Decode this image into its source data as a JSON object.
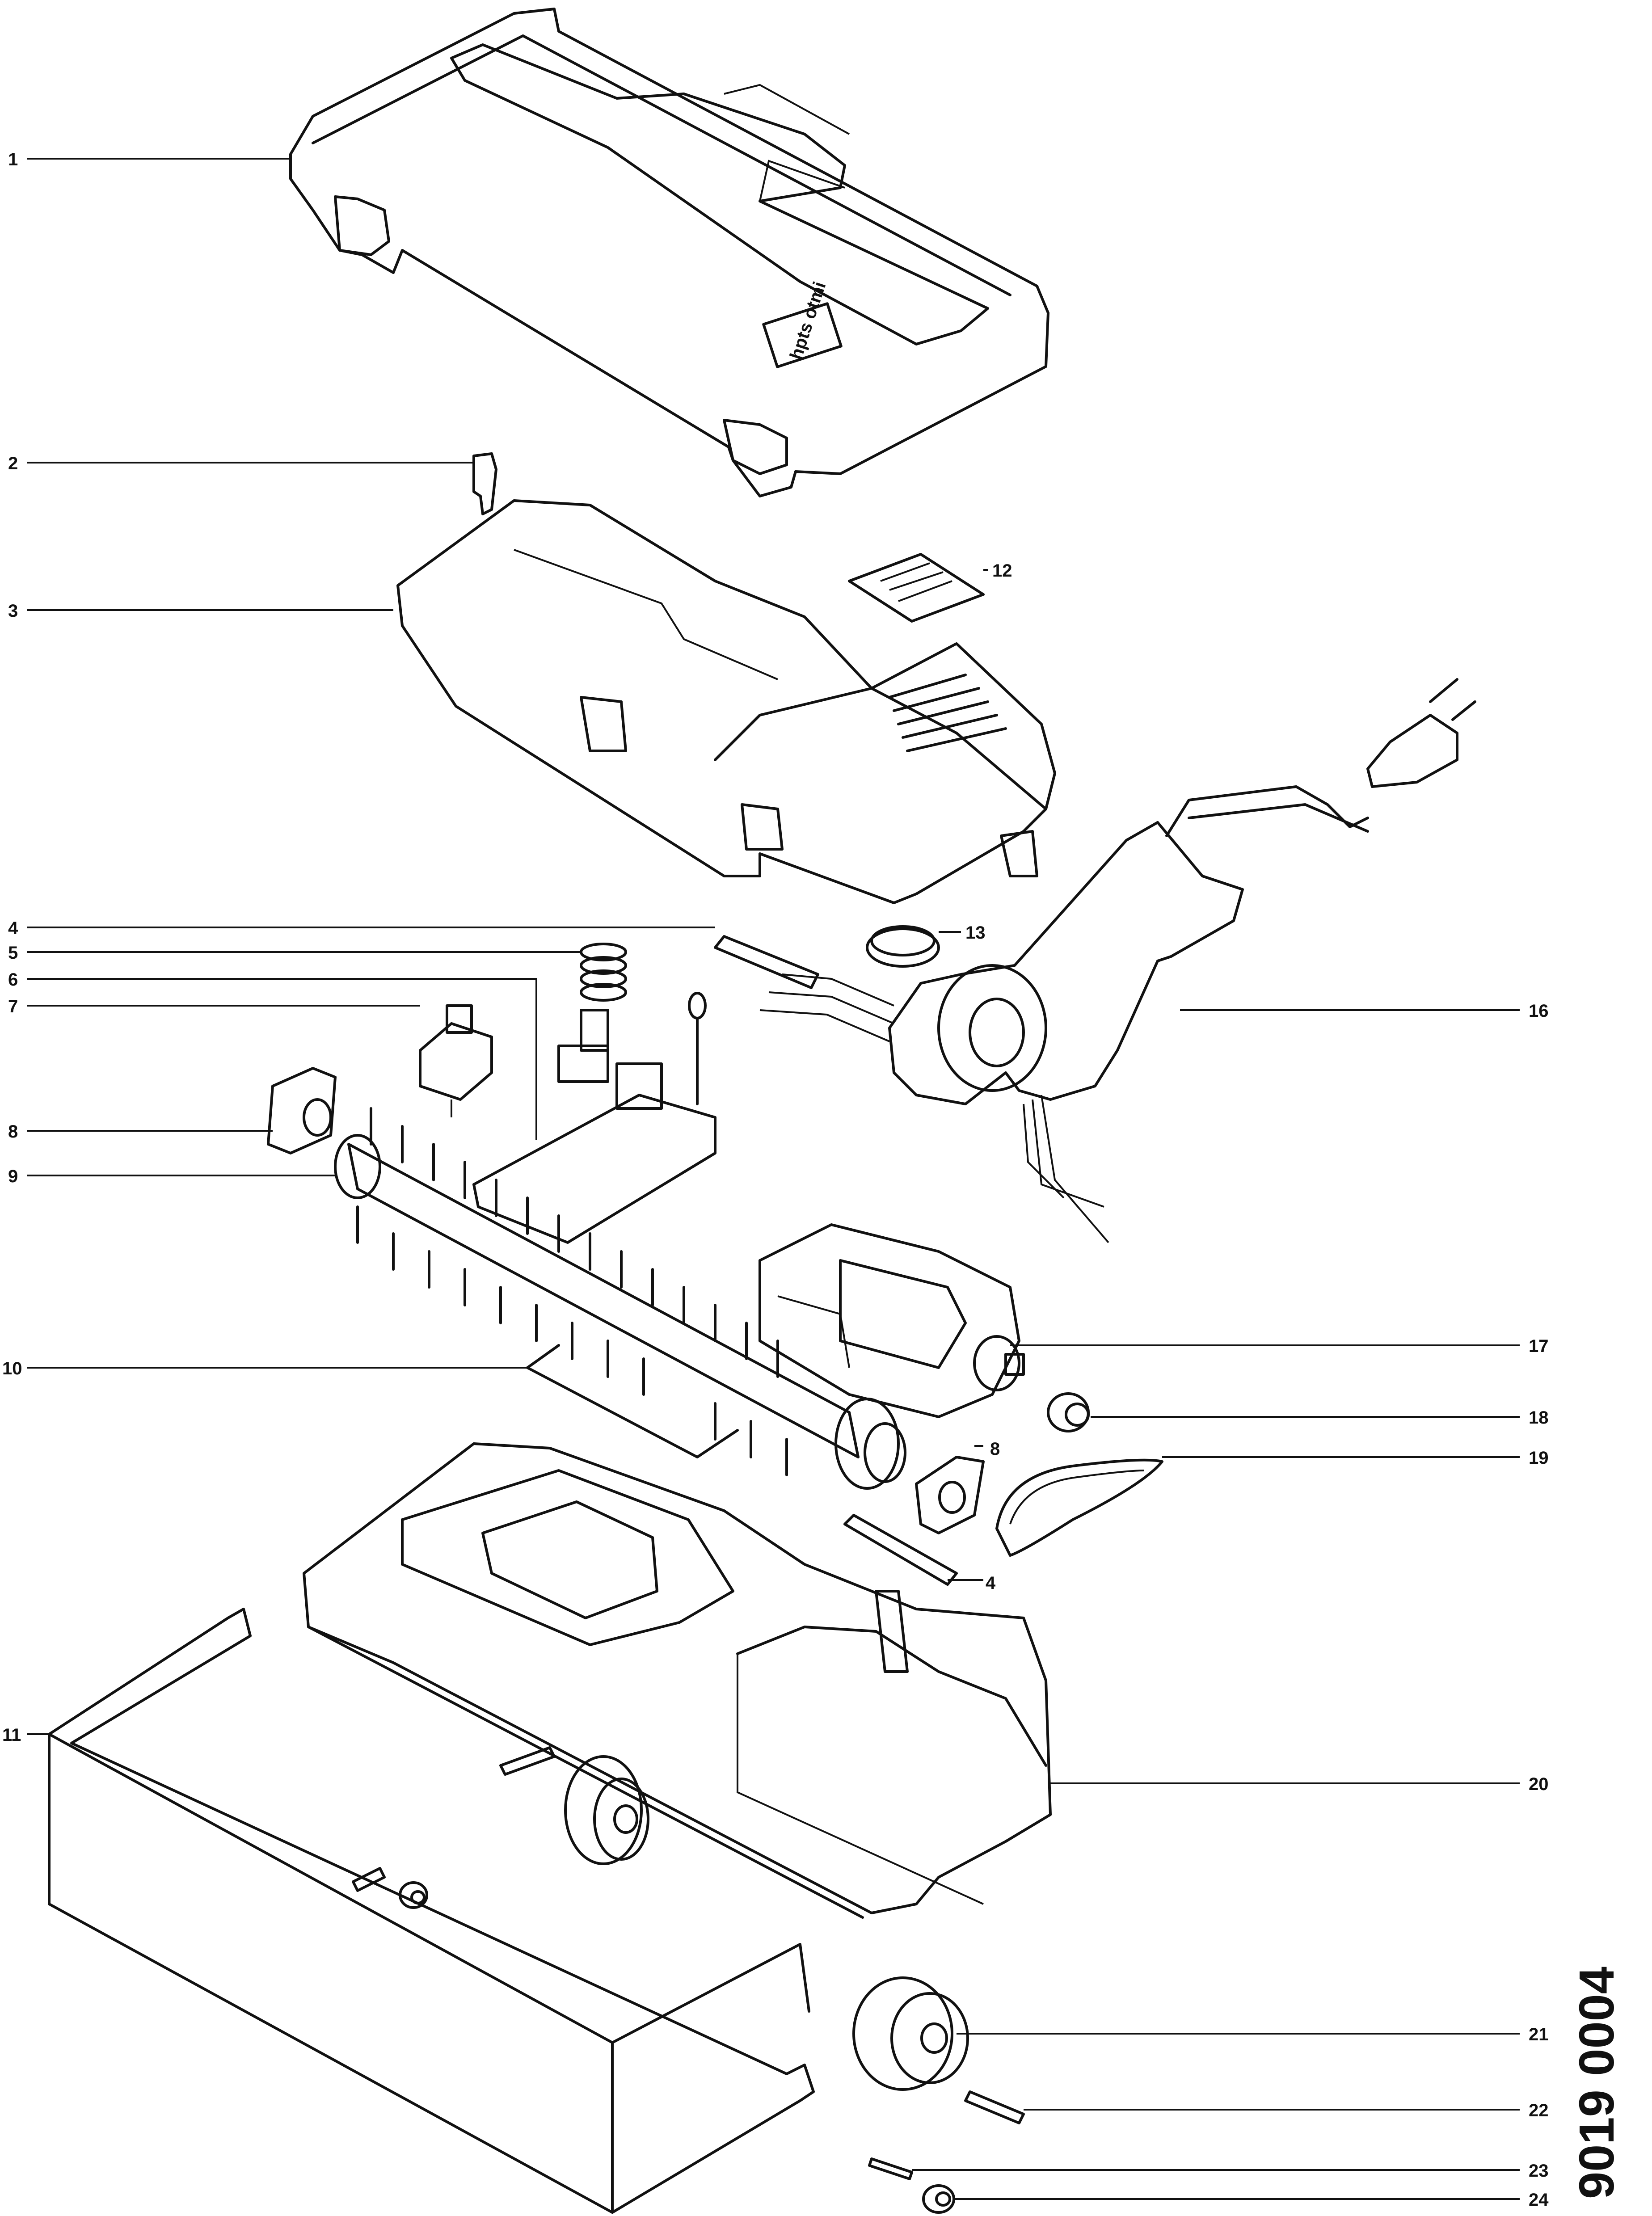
{
  "diagram": {
    "callouts": [
      {
        "id": "c1",
        "label": "1"
      },
      {
        "id": "c2",
        "label": "2"
      },
      {
        "id": "c3",
        "label": "3"
      },
      {
        "id": "c4a",
        "label": "4"
      },
      {
        "id": "c4b",
        "label": "4"
      },
      {
        "id": "c5",
        "label": "5"
      },
      {
        "id": "c6",
        "label": "6"
      },
      {
        "id": "c7",
        "label": "7"
      },
      {
        "id": "c8a",
        "label": "8"
      },
      {
        "id": "c8b",
        "label": "8"
      },
      {
        "id": "c9",
        "label": "9"
      },
      {
        "id": "c10",
        "label": "10"
      },
      {
        "id": "c11",
        "label": "11"
      },
      {
        "id": "c12",
        "label": "12"
      },
      {
        "id": "c13",
        "label": "13"
      },
      {
        "id": "c16",
        "label": "16"
      },
      {
        "id": "c17",
        "label": "17"
      },
      {
        "id": "c18",
        "label": "18"
      },
      {
        "id": "c19",
        "label": "19"
      },
      {
        "id": "c20",
        "label": "20"
      },
      {
        "id": "c21",
        "label": "21"
      },
      {
        "id": "c22",
        "label": "22"
      },
      {
        "id": "c23",
        "label": "23"
      },
      {
        "id": "c24",
        "label": "24"
      }
    ],
    "drawing_code": "9019 0004",
    "cover_badge": "hpts otmi"
  }
}
